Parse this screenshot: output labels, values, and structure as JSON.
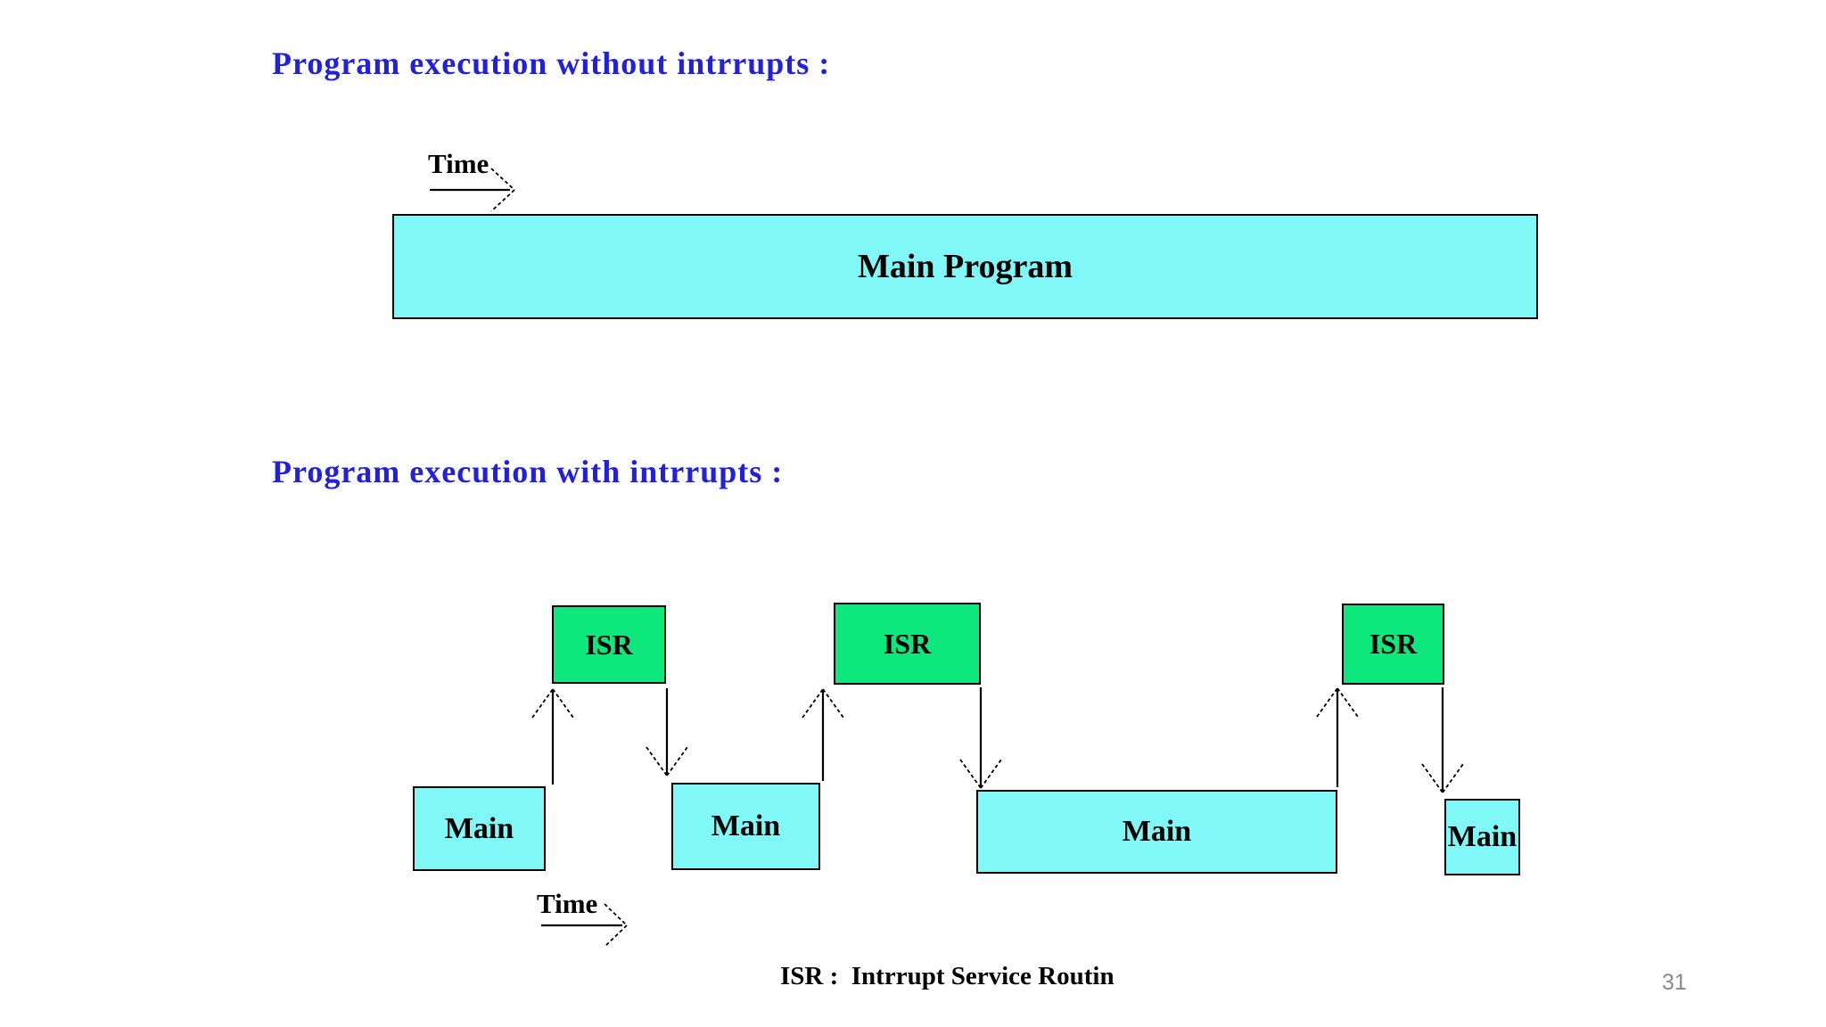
{
  "section1": {
    "title": "Program execution without intrrupts :",
    "time_label": "Time",
    "main_box_label": "Main Program"
  },
  "section2": {
    "title": "Program execution with intrrupts :",
    "time_label": "Time",
    "isr_boxes": [
      {
        "label": "ISR"
      },
      {
        "label": "ISR"
      },
      {
        "label": "ISR"
      }
    ],
    "main_boxes": [
      {
        "label": "Main"
      },
      {
        "label": "Main"
      },
      {
        "label": "Main"
      },
      {
        "label": "Main"
      }
    ]
  },
  "caption": "ISR :  Intrrupt Service Routin",
  "page_number": "31",
  "colors": {
    "title_blue": "#2020DD",
    "box_cyan": "#80F8F8",
    "box_green": "#0DE87C",
    "border_black": "#000000",
    "page_number_gray": "#8A8A8A"
  }
}
